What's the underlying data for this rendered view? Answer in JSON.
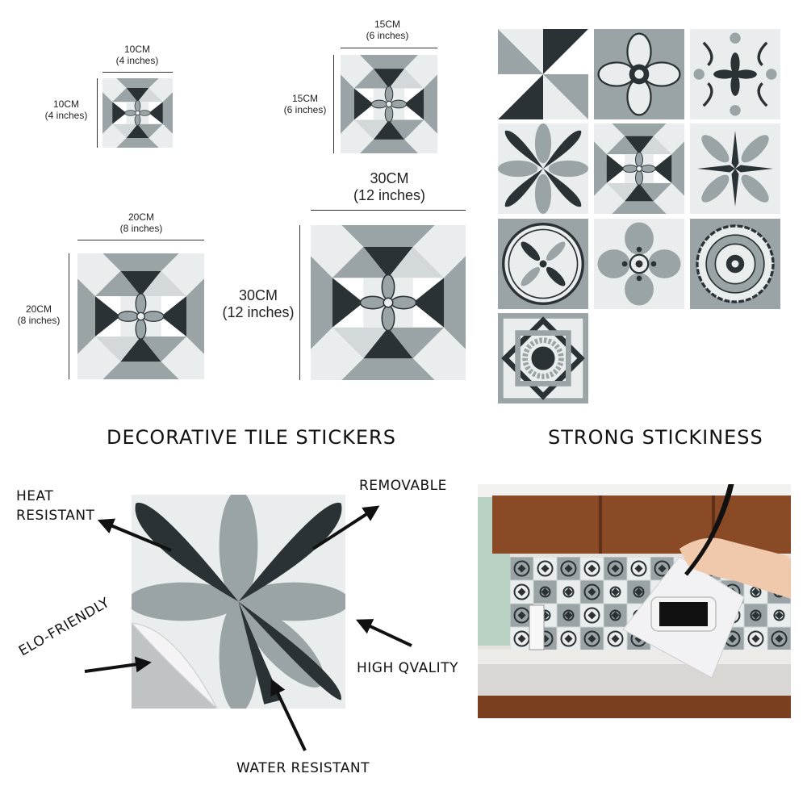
{
  "sizes": [
    {
      "w_cm": "10CM",
      "w_in": "(4 inches)",
      "h_cm": "10CM",
      "h_in": "(4 inches)"
    },
    {
      "w_cm": "15CM",
      "w_in": "(6 inches)",
      "h_cm": "15CM",
      "h_in": "(6 inches)"
    },
    {
      "w_cm": "20CM",
      "w_in": "(8 inches)",
      "h_cm": "20CM",
      "h_in": "(8 inches)"
    },
    {
      "w_cm": "30CM",
      "w_in": "(12 inches)",
      "h_cm": "30CM",
      "h_in": "(12 inches)"
    }
  ],
  "headings": {
    "decorative": "DECORATIVE TILE STICKERS",
    "stickiness": "STRONG STICKINESS"
  },
  "features": {
    "heat_line1": "HEAT",
    "heat_line2": "RESISTANT",
    "removable": "REMOVABLE",
    "eco": "ELO-FRIENDLY",
    "quality": "HIGH QVALITY",
    "water": "WATER RESISTANT"
  },
  "colors": {
    "dark": "#2b3236",
    "mid": "#9aa3a5",
    "light": "#e9edee",
    "white": "#ffffff",
    "wood": "#8a4a26",
    "wall": "#e6e3df"
  },
  "icons": [
    "arrow-icon",
    "tile-pattern-icon",
    "phone-icon",
    "hand-icon"
  ]
}
